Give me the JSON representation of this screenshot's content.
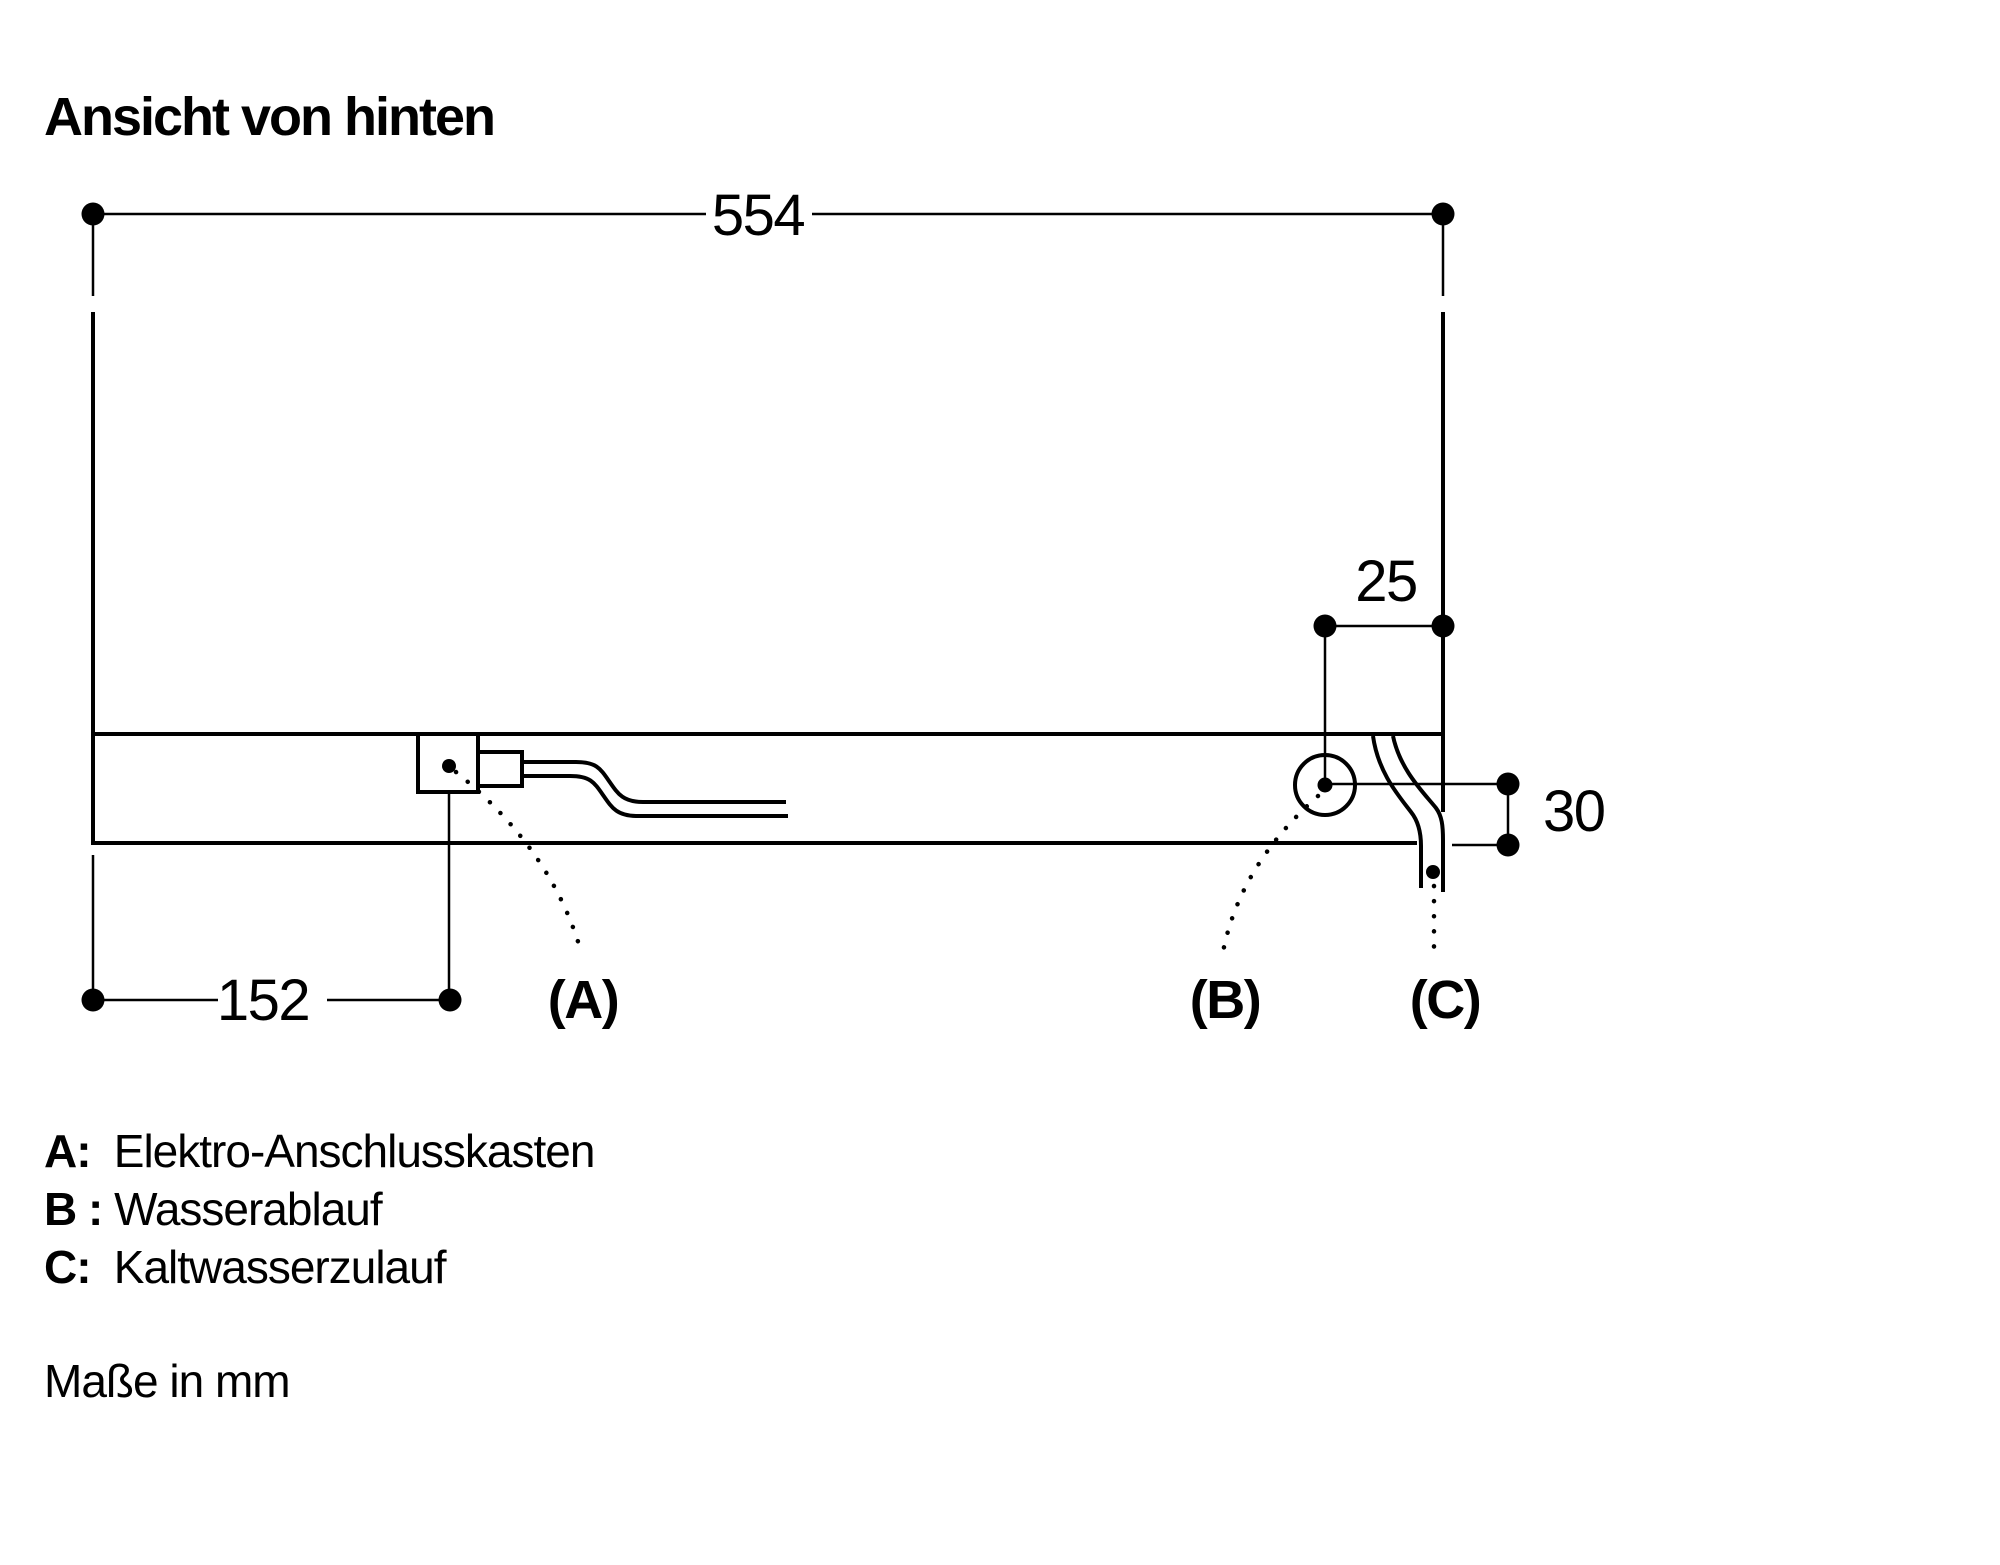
{
  "title": "Ansicht von hinten",
  "dimensions": {
    "total_width_mm": "554",
    "electro_box_offset_mm": "152",
    "cold_water_offset_mm": "25",
    "drain_vertical_offset_mm": "30"
  },
  "callout_labels": {
    "a": "(A)",
    "b": "(B)",
    "c": "(C)"
  },
  "legend": {
    "items": [
      {
        "key": "A:",
        "text": "Elektro-Anschlusskasten"
      },
      {
        "key": "B :",
        "text": "Wasserablauf"
      },
      {
        "key": "C:",
        "text": "Kaltwasserzulauf"
      }
    ]
  },
  "units_note": "Maße in mm",
  "colors": {
    "ink": "#000000",
    "paper": "#ffffff"
  }
}
